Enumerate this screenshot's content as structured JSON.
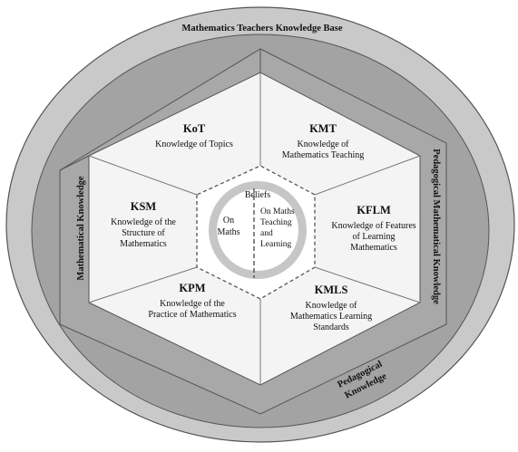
{
  "outer_title": "Mathematics Teachers Knowledge Base",
  "side_labels": {
    "left": "Mathematical Knowledge",
    "right": "Pedagogical Mathematical Knowledge",
    "bottom_line1": "Pedagogical",
    "bottom_line2": "Knowledge"
  },
  "sectors": {
    "kot": {
      "abbr": "KoT",
      "lines": [
        "Knowledge of Topics"
      ]
    },
    "kmt": {
      "abbr": "KMT",
      "lines": [
        "Knowledge of",
        "Mathematics Teaching"
      ]
    },
    "kflm": {
      "abbr": "KFLM",
      "lines": [
        "Knowledge of Features",
        "of Learning",
        "Mathematics"
      ]
    },
    "kmls": {
      "abbr": "KMLS",
      "lines": [
        "Knowledge of",
        "Mathematics Learning",
        "Standards"
      ]
    },
    "kpm": {
      "abbr": "KPM",
      "lines": [
        "Knowledge of the",
        "Practice of Mathematics"
      ]
    },
    "ksm": {
      "abbr": "KSM",
      "lines": [
        "Knowledge of the",
        "Structure of",
        "Mathematics"
      ]
    }
  },
  "center": {
    "title": "Beliefs",
    "left_lines": [
      "On",
      "Maths"
    ],
    "right_lines": [
      "On Maths",
      "Teaching",
      "and",
      "Learning"
    ]
  },
  "colors": {
    "outer_ellipse": "#c9c9c9",
    "outer_ring": "#a3a3a3",
    "hexagon_band": "#a6a6a6",
    "inner_fill": "#f4f4f4",
    "center_ring": "#c6c6c6",
    "stroke": "#555555"
  }
}
